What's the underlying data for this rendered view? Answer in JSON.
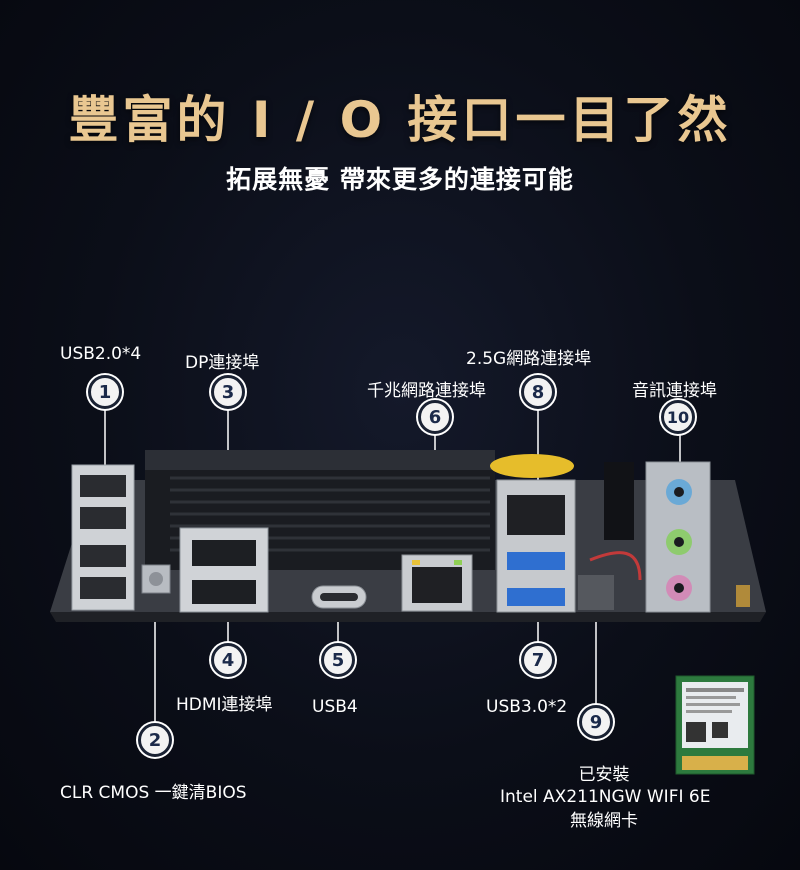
{
  "headline": "豐富的 I / O 接口一目了然",
  "subheadline": "拓展無憂 帶來更多的連接可能",
  "ports": [
    {
      "num": "1",
      "label": "USB2.0*4"
    },
    {
      "num": "2",
      "label": "CLR CMOS 一鍵清BIOS"
    },
    {
      "num": "3",
      "label": "DP連接埠"
    },
    {
      "num": "4",
      "label": "HDMI連接埠"
    },
    {
      "num": "5",
      "label": "USB4"
    },
    {
      "num": "6",
      "label": "千兆網路連接埠"
    },
    {
      "num": "7",
      "label": "USB3.0*2"
    },
    {
      "num": "8",
      "label": "2.5G網路連接埠"
    },
    {
      "num": "9",
      "label_line1": "已安裝",
      "label_line2": "Intel AX211NGW WIFI 6E",
      "label_line3": "無線網卡"
    },
    {
      "num": "10",
      "label": "音訊連接埠"
    }
  ]
}
